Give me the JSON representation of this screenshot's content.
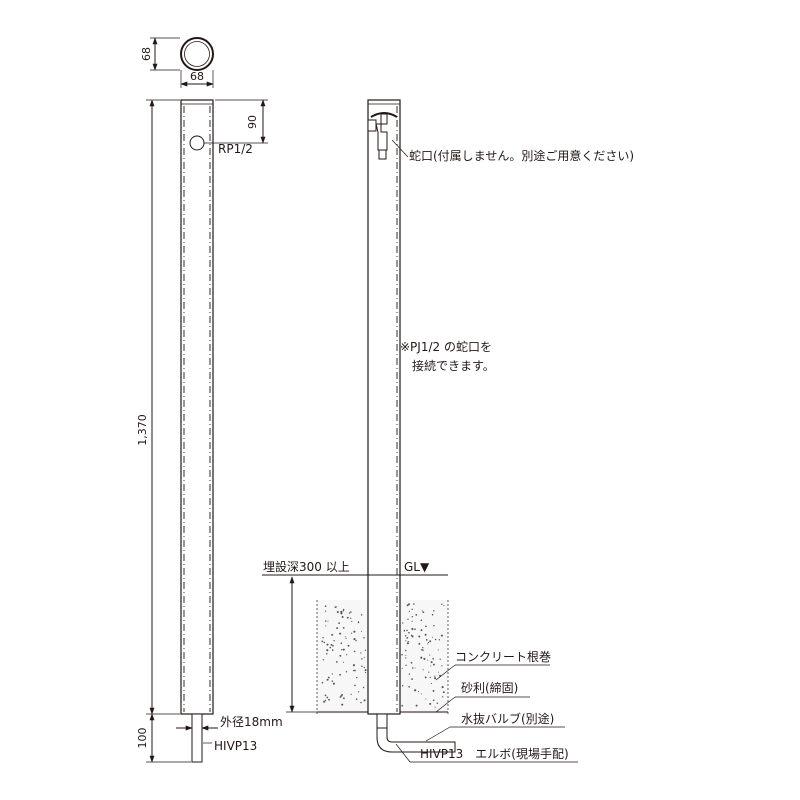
{
  "dimensions": {
    "top_diameter": "68",
    "top_width": "68",
    "faucet_offset": "90",
    "total_height": "1,370",
    "pipe_length": "100"
  },
  "labels": {
    "rp_thread": "RP1/2",
    "faucet_note": "蛇口(付属しません。別途ご用意ください)",
    "pj_note_line1": "※PJ1/2 の蛇口を",
    "pj_note_line2": "接続できます。",
    "burial_depth": "埋設深300 以上",
    "ground_level": "GL▼",
    "concrete": "コンクリート根巻",
    "gravel": "砂利(締固)",
    "drain_valve": "水抜バルブ(別途)",
    "elbow": "HIVP13　エルボ(現場手配)",
    "outer_diameter": "外径18mm",
    "hivp_pipe": "HIVP13"
  }
}
